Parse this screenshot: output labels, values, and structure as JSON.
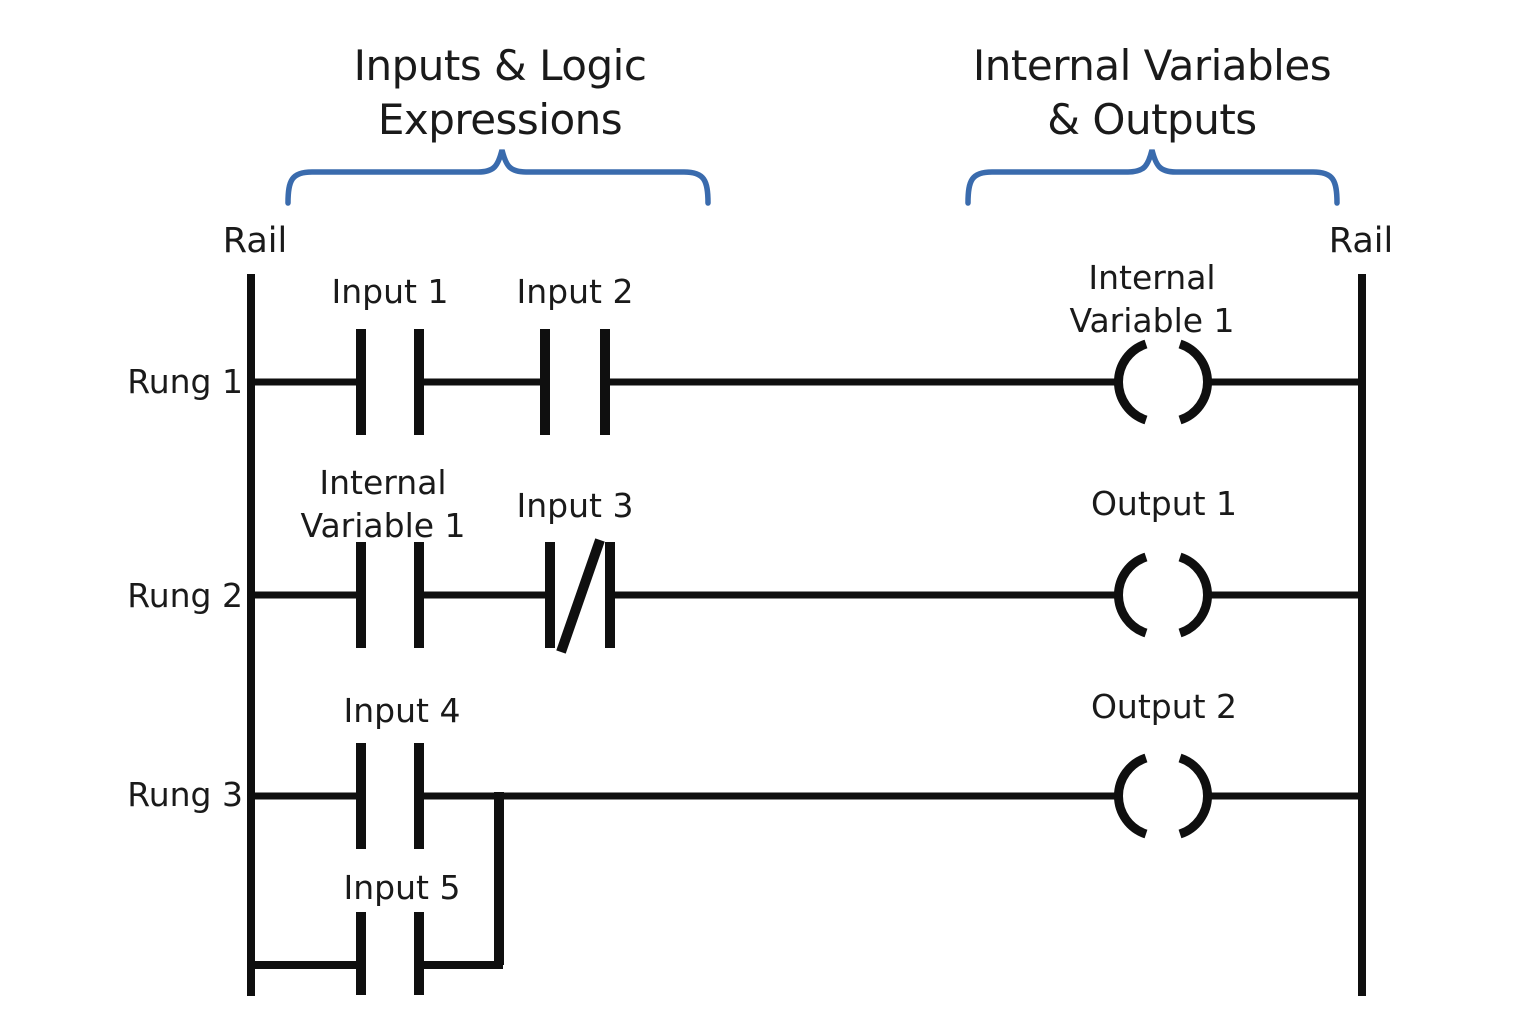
{
  "title_groups": {
    "left": {
      "line1": "Inputs & Logic",
      "line2": "Expressions"
    },
    "right": {
      "line1": "Internal Variables",
      "line2": "& Outputs"
    }
  },
  "rails": {
    "left_label": "Rail",
    "right_label": "Rail"
  },
  "rungs": [
    {
      "label": "Rung 1",
      "elements": [
        {
          "type": "no-contact",
          "name": "Input 1"
        },
        {
          "type": "no-contact",
          "name": "Input 2"
        },
        {
          "type": "coil",
          "name": "Internal Variable 1",
          "display_lines": [
            "Internal",
            "Variable 1"
          ]
        }
      ]
    },
    {
      "label": "Rung 2",
      "elements": [
        {
          "type": "no-contact",
          "name": "Internal Variable 1",
          "display_lines": [
            "Internal",
            "Variable 1"
          ]
        },
        {
          "type": "nc-contact",
          "name": "Input 3"
        },
        {
          "type": "coil",
          "name": "Output 1"
        }
      ]
    },
    {
      "label": "Rung 3",
      "elements": [
        {
          "type": "no-contact",
          "name": "Input 4"
        },
        {
          "type": "coil",
          "name": "Output 2"
        }
      ],
      "parallel_branch": {
        "elements": [
          {
            "type": "no-contact",
            "name": "Input 5"
          }
        ]
      }
    }
  ],
  "colors": {
    "line": "#0f0f0f",
    "text": "#1a1a1a",
    "brace": "#3a6bad",
    "background": "#ffffff"
  }
}
